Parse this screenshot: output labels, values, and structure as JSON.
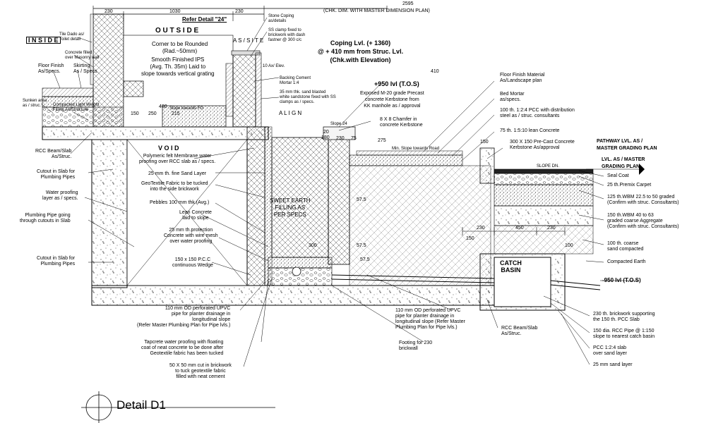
{
  "dimensions": {
    "top_total": "2595",
    "top_total_note": "(CHK. DIM. WITH MASTER DIMENSION PLAN)",
    "d230a": "230",
    "d1030": "1030",
    "d230b": "230",
    "d150": "150",
    "d250": "250",
    "d215": "215",
    "d400": "400",
    "d410": "410",
    "d180": "180",
    "d275": "275",
    "d20": "20",
    "d230c": "230",
    "d75": "75",
    "d150b": "150",
    "d300": "300",
    "d575a": "57.5",
    "d575b": "57.5",
    "d575c": "57.5",
    "d230d": "230",
    "d450": "450",
    "d230e": "230",
    "d150c": "150",
    "d100": "100"
  },
  "labels": {
    "refer_detail": "Refer Detail \"24\"",
    "inside": "I N S I D E",
    "outside": "O U T S I D E",
    "void": "V O I D",
    "as_site": "A S / S I T E",
    "align": "A L I G N",
    "elev": "10 Ax/ Elev.",
    "sweet_earth": "SWEET EARTH\nFILLING AS\nPER SPECS",
    "catch_basin": "CATCH\nBASIN",
    "slope_dn": "SLOPE DN.",
    "slope_towards_fg": "Slope towards FG",
    "min_slope": "Min. Slope towards Road",
    "slope_24": "Slope 24"
  },
  "notes_left": {
    "tile_dado": "Tile Dado as/\nToilet detail",
    "concrete_filled": "Concrete filled\nover Masonry wall",
    "floor_finish": "Floor Finish\nAs/Specs.",
    "skirting": "Skirting\nAs / Specs.",
    "sunken_area": "Sunken area\nas / struc.",
    "compacted_light": "Compacted Light Weight\nFilling As/Structure",
    "rcc_beam": "RCC Beam/Slab\nAs/Struc.",
    "cutout1": "Cutout in Slab for\nPlumbing Pipes",
    "water_proofing": "Water proofing\nlayer as / specs.",
    "plumbing_pipe": "Plumbing Pipe going\nthrough cutouts in Slab",
    "cutout2": "Cutout in Slab for\nPlumbing Pipes"
  },
  "notes_inner": {
    "corner": "Corner to be Rounded\n(Rad.~50mm)",
    "smooth": "Smooth Finished IPS\n(Avg. Th. 35m) Laid to\nslope towards vertical grating",
    "polymeric": "Polymeric felt Membrane water\nproofing over RCC slab as / specs.",
    "sand_layer": "25 mm th. fine Sand Layer",
    "geotextile": "GeoTextile Fabric to be tucked\ninto the side brickwork",
    "pebbles": "Pebbles 100 mm thk.(Avg.)",
    "lean_concrete": "Lean Concrete\nlaid to slope",
    "protection": "25 mm th.protection\nConcrete with wire mesh\nover water proofing",
    "wedge": "150 x 150 P.C.C\ncontinuous Wedge",
    "stone_coping": "Stone Coping\nas/details",
    "ss_clamp": "SS clamp fixed to\nbrickwork with dash\nfastner @ 300 c/c",
    "backing_cement": "Backing Cement\nMortar 1:4",
    "sandstone": "35 mm thk. sand blasted\nwhite sandstone fixed with SS\nclamps as / specs."
  },
  "notes_top": {
    "coping_lvl": "Coping Lvl. (+ 1360)\n@ + 410 mm from Struc. Lvl.\n(Chk.with Elevation)",
    "tos950": "+950 lvl (T.O.S)",
    "exposed_m20": "Exposed M-20 grade Precast\nconcrete Kerbstone from\nKK manhole as / approval",
    "chamfer": "8 X 8 Chamfer in\nconcrete Kerbstone"
  },
  "notes_right": {
    "floor_finish_mat": "Floor Finish Material\nAs/Landscape plan",
    "bed_mortar": "Bed Mortar\nas/specs.",
    "pcc_124": "100 th. 1:2:4 PCC with distribution\nsteel as / struc. consultants",
    "lean_1510": "75 th. 1:5:10 lean Concrete",
    "kerbstone_300": "300 X 150 Pre-Cast Concrete\nKerbstone As/approval",
    "pathway_lvl": "PATHWAY LVL. AS /\nMASTER GRADING PLAN",
    "lvl_master": "LVL. AS / MASTER\nGRADING PLAN",
    "seal_coat": "Seal Coat",
    "premix": "25 th.Premix Carpet",
    "wbm_125": "125 th.WBM 22.5 to 50 graded\n(Confirm with struc. Consultants)",
    "wbm_150": "150 th.WBM 40 to 63\ngraded coarse Aggregate\n(Confirm with struc. Consultants)",
    "coarse_sand": "100 th. coarse\nsand compacted",
    "compacted_earth": "Compacted Earth",
    "tos_neg950": "-950 lvl (T.O.S)",
    "brickwork_230": "230 th. brickwork supporting\nthe 150 th. PCC Slab",
    "rcc_pipe": "150 dia. RCC Pipe @ 1:150\nslope to nearest catch basin",
    "pcc_slab": "PCC 1:2:4 slab\nover sand layer",
    "sand_25": "25 mm sand layer"
  },
  "notes_bottom": {
    "upvc_left": "110 mm OD perforated UPVC\npipe for planter drainage in\nlongitudinal slope\n(Refer Master Plumbing Plan for Pipe lvls.)",
    "tapcrete": "Tapcrete water proofing with floating\ncoat of neat concrete to be done after\nGeotextile fabric has been tucked",
    "cut_50": "50 X 50 mm cut in brickwork\nto tuck geotextile fabric\nfilled with neat cement",
    "upvc_mid": "110 mm OD perforated UPVC\npipe for planter drainage in\nlongitudinal slope (Refer Master\nPlumbing Plan for Pipe lvls.)",
    "footing": "Footing for 230\nbrickwall",
    "rcc_beam2": "RCC Beam/Slab\nAs/Struc."
  },
  "title": "Detail D1"
}
